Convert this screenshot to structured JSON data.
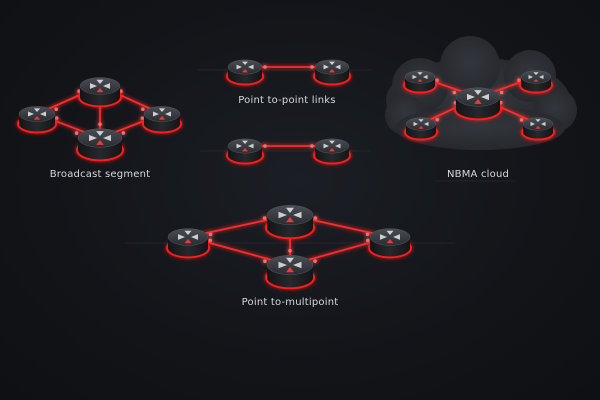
{
  "labels": {
    "broadcast": "Broadcast segment",
    "p2p": "Point to-point links",
    "nbma": "NBMA cloud",
    "p2mp": "Point to-multipoint"
  },
  "colors": {
    "link": "#ff2a2a",
    "glow": "#ff1a1a",
    "router_top": "#3b3e44",
    "router_side": "#1c1d20",
    "cloud": "#2b2e33",
    "background": "#121418"
  },
  "icon": "router-icon"
}
